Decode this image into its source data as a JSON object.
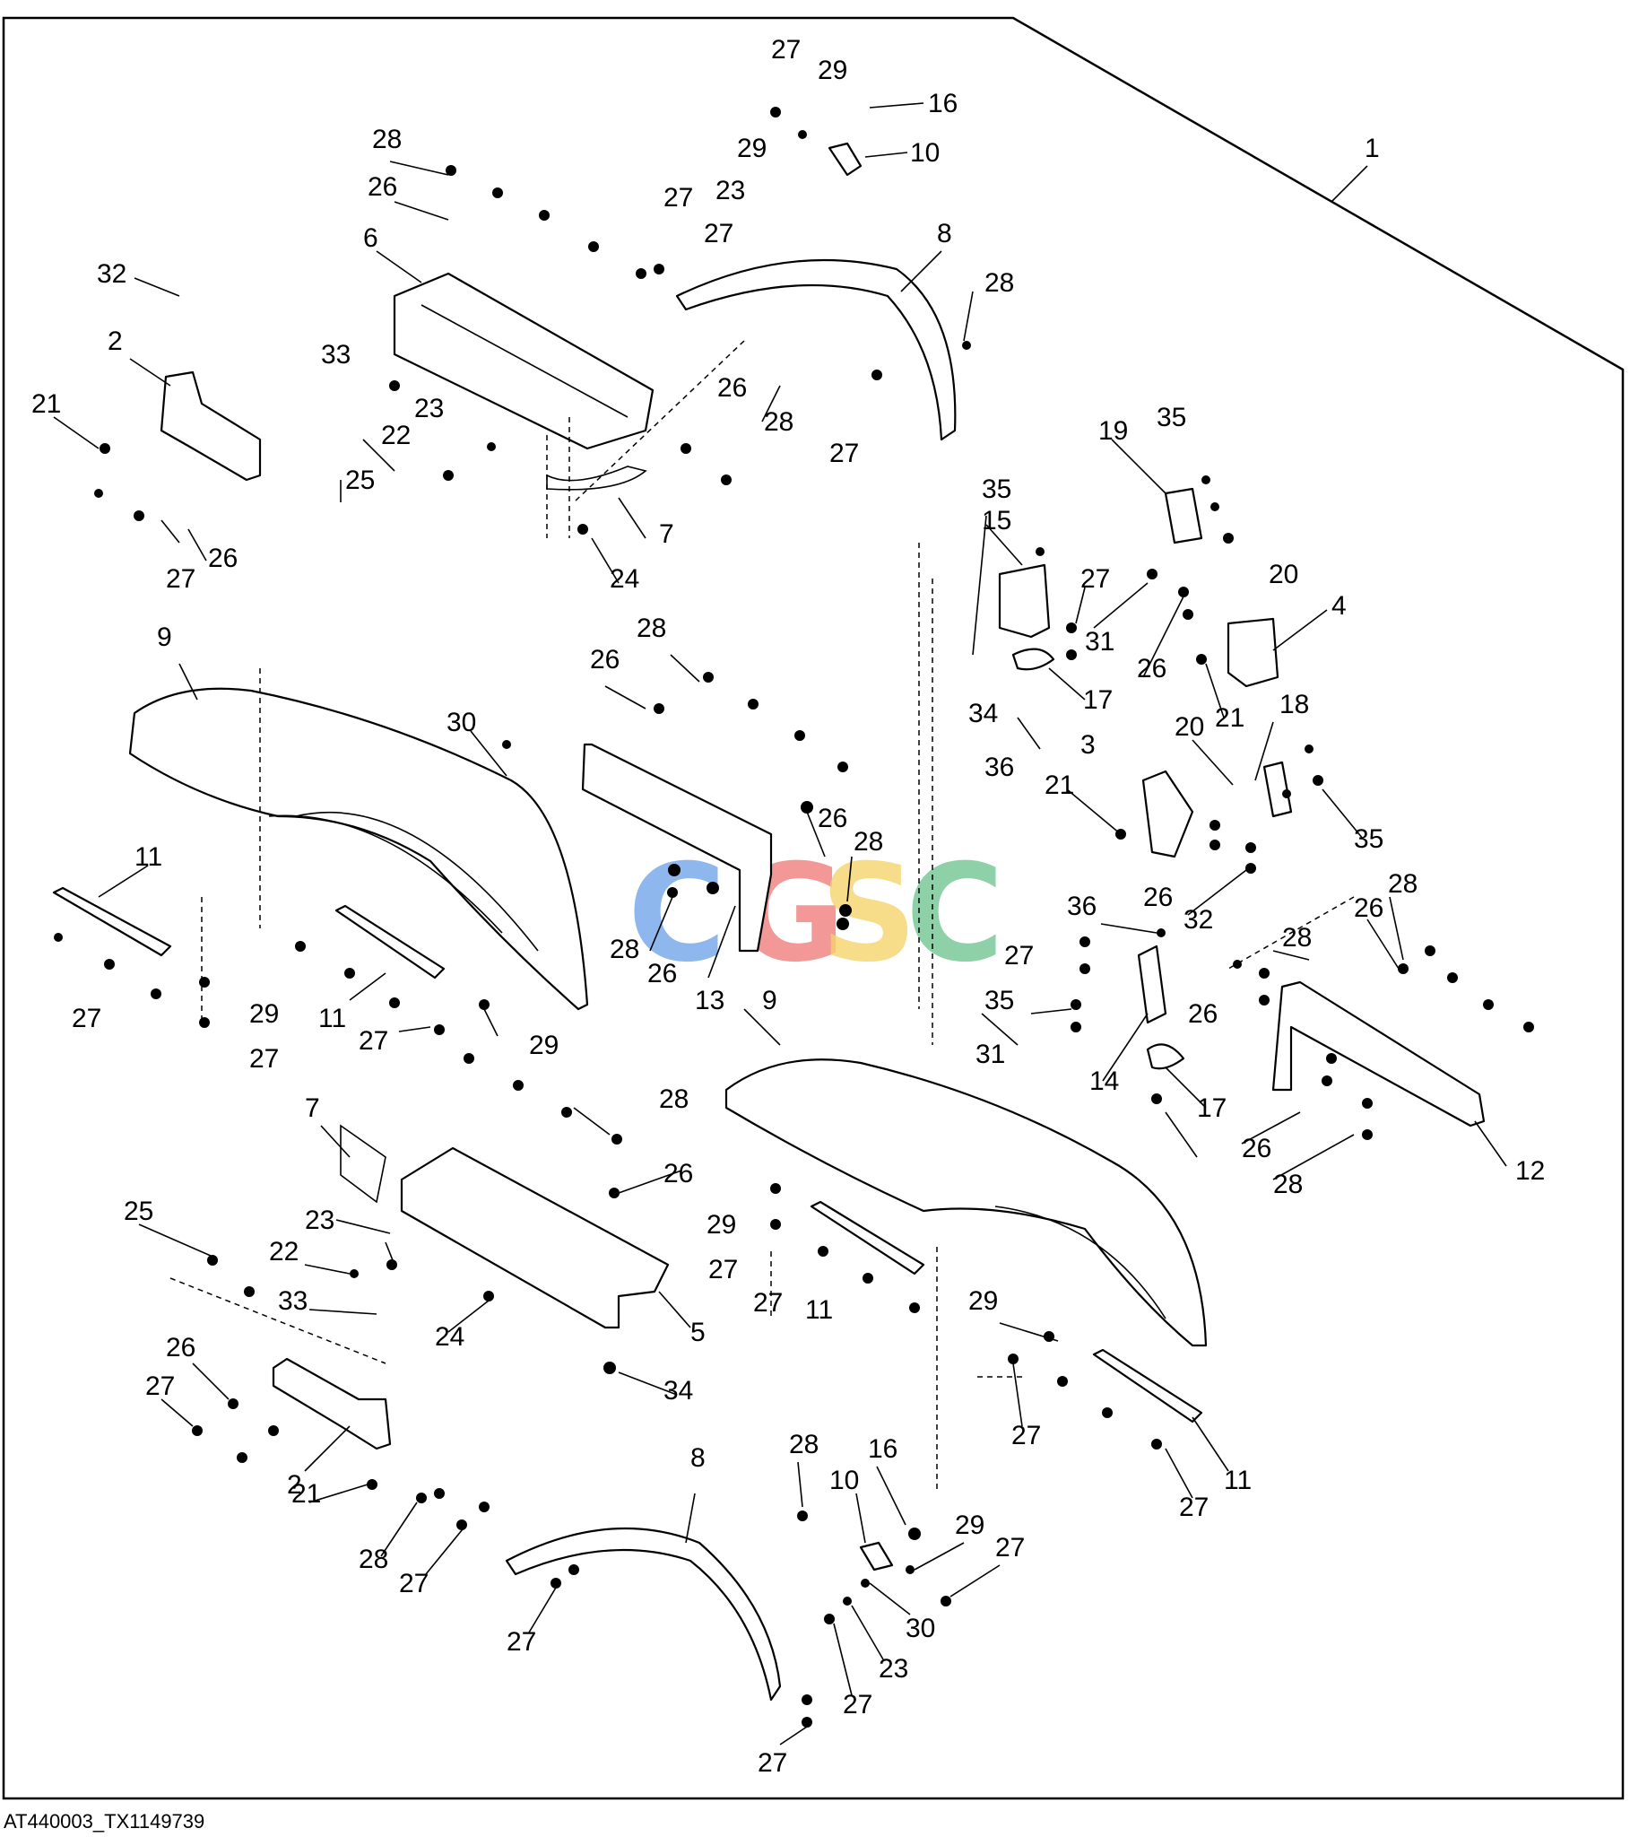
{
  "figure_reference": "AT440003_TX1149739",
  "watermark": {
    "letters": [
      "C",
      "G",
      "S",
      "C"
    ],
    "colors": [
      "#6fa5e8",
      "#ef7d7a",
      "#f5d36a",
      "#6fc48f"
    ]
  },
  "callouts": [
    "1",
    "2",
    "2",
    "3",
    "4",
    "5",
    "6",
    "7",
    "7",
    "8",
    "8",
    "9",
    "9",
    "10",
    "10",
    "11",
    "11",
    "11",
    "11",
    "12",
    "13",
    "14",
    "15",
    "16",
    "16",
    "17",
    "17",
    "18",
    "19",
    "20",
    "20",
    "21",
    "21",
    "21",
    "21",
    "22",
    "22",
    "23",
    "23",
    "23",
    "23",
    "24",
    "24",
    "25",
    "25",
    "26",
    "26",
    "26",
    "26",
    "26",
    "26",
    "26",
    "26",
    "26",
    "26",
    "26",
    "26",
    "26",
    "27",
    "27",
    "27",
    "27",
    "27",
    "27",
    "27",
    "27",
    "27",
    "27",
    "27",
    "27",
    "27",
    "27",
    "27",
    "27",
    "27",
    "27",
    "27",
    "27",
    "28",
    "28",
    "28",
    "28",
    "28",
    "28",
    "28",
    "28",
    "28",
    "28",
    "28",
    "28",
    "29",
    "29",
    "29",
    "29",
    "29",
    "29",
    "29",
    "30",
    "30",
    "31",
    "31",
    "32",
    "32",
    "33",
    "33",
    "34",
    "34",
    "35",
    "35",
    "35",
    "35",
    "36",
    "36"
  ]
}
